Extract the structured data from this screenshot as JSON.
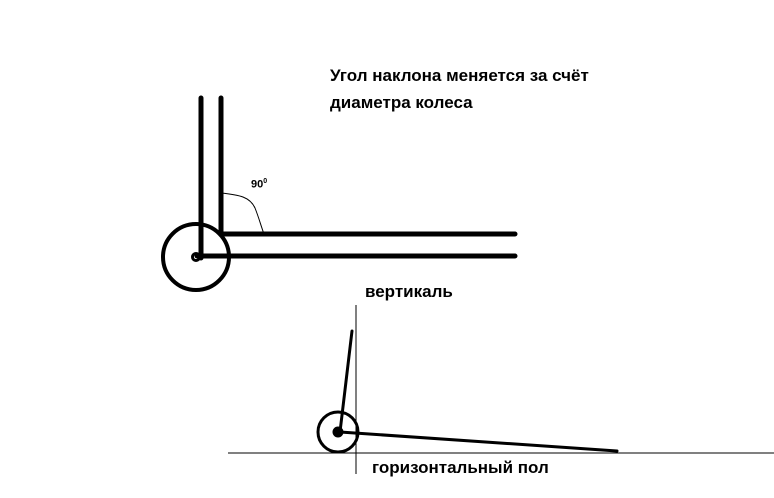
{
  "title_lines": [
    "Угол наклона меняется за счёт",
    "диаметра колеса"
  ],
  "angle_label": "90",
  "angle_unit": "0",
  "vertical_label": "вертикаль",
  "floor_label": "горизонтальный пол"
}
